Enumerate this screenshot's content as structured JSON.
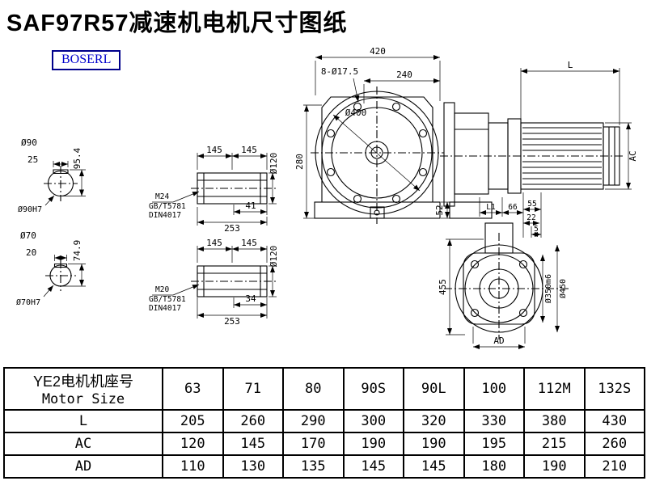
{
  "page": {
    "title": "SAF97R57减速机电机尺寸图纸",
    "brand": "BOSERL"
  },
  "drawing": {
    "front": {
      "w420": "420",
      "holes": "8-Ø17.5",
      "w240": "240",
      "d400": "Ø400",
      "h280": "280",
      "h52": "52"
    },
    "side": {
      "L": "L",
      "AC": "AC",
      "L1": "L1",
      "d66": "66",
      "d55": "55",
      "d22": "22",
      "d5": "5"
    },
    "bottom": {
      "h455": "455",
      "d350": "Ø350m6",
      "d450": "Ø450",
      "AD": "AD"
    },
    "shaft90": {
      "d": "Ø90",
      "key": "25",
      "depth": "95.4",
      "fit": "Ø90H7"
    },
    "shaft70": {
      "d": "Ø70",
      "key": "20",
      "depth": "74.9",
      "fit": "Ø70H7"
    },
    "hollow24": {
      "seg1": "145",
      "seg2": "145",
      "d": "Ø120",
      "thread": "M24",
      "std1": "GB/T5781",
      "std2": "DIN4017",
      "depth": "41",
      "len": "253"
    },
    "hollow20": {
      "seg1": "145",
      "seg2": "145",
      "d": "Ø120",
      "thread": "M20",
      "std1": "GB/T5781",
      "std2": "DIN4017",
      "depth": "34",
      "len": "253"
    }
  },
  "table": {
    "header_cn": "YE2电机机座号",
    "header_en": "Motor Size",
    "columns": [
      "63",
      "71",
      "80",
      "90S",
      "90L",
      "100",
      "112M",
      "132S"
    ],
    "rows": [
      {
        "label": "L",
        "values": [
          "205",
          "260",
          "290",
          "300",
          "320",
          "330",
          "380",
          "430"
        ]
      },
      {
        "label": "AC",
        "values": [
          "120",
          "145",
          "170",
          "190",
          "190",
          "195",
          "215",
          "260"
        ]
      },
      {
        "label": "AD",
        "values": [
          "110",
          "130",
          "135",
          "145",
          "145",
          "180",
          "190",
          "210"
        ]
      }
    ]
  }
}
